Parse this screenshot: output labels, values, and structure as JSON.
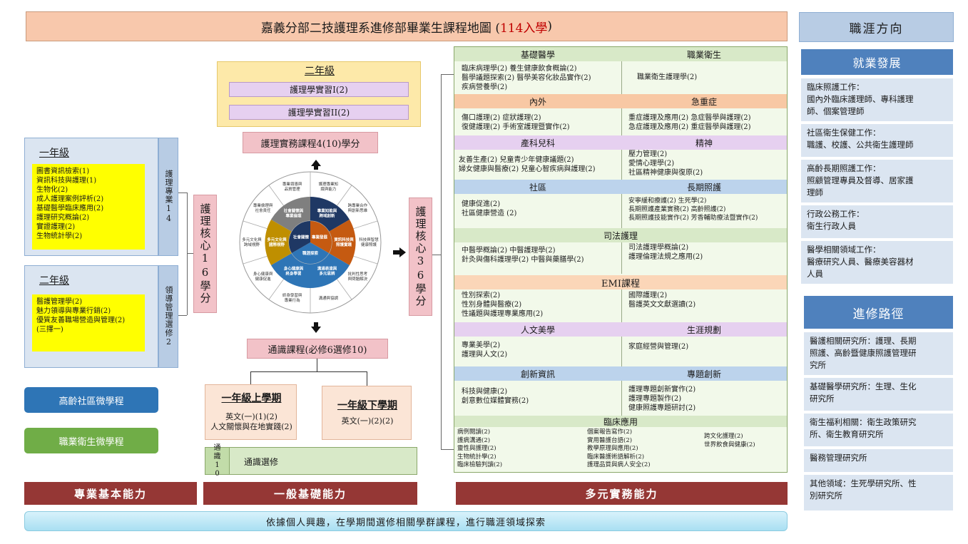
{
  "title": {
    "main": "嘉義分部二技護理系進修部畢業生課程地圖 (",
    "highlight": "114入學",
    "end": ")"
  },
  "left": {
    "year1": {
      "title": "一年級",
      "courses": "圖書資訊檢索(1)\n資訊科技與護理(1)\n生物化(2)\n成人護理案例評析(2)\n基礎醫學臨床應用(2)\n護理研究概論(2)\n實證護理(2)\n生物統計學(2)",
      "side": "護理專業14"
    },
    "year2": {
      "title": "二年級",
      "courses": "醫護管理學(2)\n魅力領導與專業行銷(2)\n優質友善職場營造與管理(2)\n(三擇一)",
      "side": "領導管理選修2"
    },
    "core16": "護理核心16學分",
    "micro1": "高齡社區微學程",
    "micro2": "職業衛生微學程",
    "bottom": "專業基本能力"
  },
  "center": {
    "year2": {
      "title": "二年級",
      "c1": "護理學實習I(2)",
      "c2": "護理學實習II(2)"
    },
    "practice": "護理實務課程4(10)學分",
    "wheel": {
      "outer": [
        "護理專業知識與能力",
        "跨專業合作與創新思維",
        "科技與智慧健康照護",
        "批判性思考與問題解決",
        "溝通與協調",
        "終身學習與專業行為",
        "身心健康與健康促進",
        "多元文化與跨域視野",
        "專業倫理與社會責任",
        "專業領導與品質管理"
      ],
      "inner": [
        "專業知能與跨域創新",
        "資訊科技與照護實踐",
        "溝通表達與多元思辨",
        "身心健康與終身學習",
        "多元文化與國際視野",
        "社會關懷與專業倫理"
      ],
      "center": [
        "專業發展",
        "職涯探索",
        "社會關懷"
      ]
    },
    "general": "通識課程(必修6選修10)",
    "sem1": {
      "title": "一年級上學期",
      "text": "英文(一)(1)(2)\n人文關懷與在地實踐(2)"
    },
    "sem2": {
      "title": "一年級下學期",
      "text": "英文(一)(2)(2)"
    },
    "elective": {
      "side": "通識10",
      "label": "通識選修"
    },
    "bottom": "一般基礎能力"
  },
  "core36": "護理核心36學分",
  "right": {
    "s1": {
      "h1": "基礎醫學",
      "h2": "職業衛生",
      "c1": "臨床病理學(2)        養生健康飲食概論(2)\n醫學議題探索(2)    醫學美容化妝品實作(2)\n疾病營養學(2)",
      "c2": "職業衛生護理學(2)"
    },
    "s2": {
      "h1": "內外",
      "h2": "急重症",
      "c1": "傷口護理(2)      症狀護理(2)\n復健護理(2)      手術室護理暨實作(2)",
      "c2": "重症護理及應用(2)  急症醫學與護理(2)\n急症護理及應用(2)  重症醫學與護理(2)"
    },
    "s3": {
      "h1": "產科兒科",
      "h2": "精神",
      "c1": "友善生產(2)     兒童青少年健康議題(2)\n婦女健康與醫療(2) 兒童心智疾病與護理(2)",
      "c2": "壓力管理(2)\n愛情心理學(2)\n社區精神健康與復原(2)"
    },
    "s4": {
      "h1": "社區",
      "h2": "長期照護",
      "c1": "健康促進(2)\n社區健康營造 (2)",
      "c2": "安寧緩和療護(2)        生死學(2)\n長期照護產業實務(2)  高齡照護(2)\n長期照護技能實作(2)    芳香輔助療法暨實作(2)"
    },
    "s5": {
      "h1": "司法護理",
      "c1": "中醫學概論(2)            中醫護理學(2)\n針灸與傷科護理學(2)  中醫與藥膳學(2)",
      "c2": "司法護理學概論(2)\n護理倫理法規之應用(2)"
    },
    "s6": {
      "h1": "EMI課程",
      "c1": "性別探索(2)\n性別身體與醫療(2)\n性議題與護理專業應用(2)",
      "c2": "國際護理(2)\n醫護英文文獻選讀(2)"
    },
    "s7": {
      "h1": "人文美學",
      "h2": "生涯規劃",
      "c1": "專業美學(2)\n護理與人文(2)",
      "c2": "家庭經營與管理(2)"
    },
    "s8": {
      "h1": "創新資訊",
      "h2": "專題創新",
      "c1": "科技與健康(2)\n創意數位媒體實務(2)",
      "c2": "護理專題創新實作(2)\n護理專題製作(2)\n健康照護專題研討(2)"
    },
    "s9": {
      "h1": "臨床應用",
      "c1": "病例閱讀(2)\n護病溝通(2)\n靈性與護理(2)\n生物統計學(2)\n臨床檢驗判讀(2)",
      "c2": "個案報告寫作(2)\n實用醫護台語(2)\n教學原理與應用(2)\n臨床醫護術語解析(2)\n護理品質與病人安全(2)",
      "c3": "跨文化護理(2)\n世界飲食與健康(2)"
    },
    "bottom": "多元實務能力"
  },
  "career": {
    "header": "職涯方向",
    "job_header": "就業發展",
    "jobs": [
      "臨床照護工作：\n國內外臨床護理師、專科護理\n師、個案管理師",
      "社區衛生保健工作：\n職護、校護、公共衛生護理師",
      "高齡長期照護工作：\n照顧管理專員及督導、居家護\n理師",
      "行政公務工作：\n衛生行政人員",
      "醫學相關領域工作：\n醫療研究人員、醫療美容器材\n人員"
    ],
    "study_header": "進修路徑",
    "study": [
      "醫護相關研究所：護理、長期\n照護、高齡暨健康照護管理研\n究所",
      "基礎醫學研究所：生理、生化\n研究所",
      "衛生福利相關：衛生政策研究\n所、衛生教育研究所",
      "醫務管理研究所",
      "其他領域：生死學研究所、性\n別研究所"
    ]
  },
  "footer": "依據個人興趣，在學期間選修相關學群課程，進行職涯領域探索",
  "colors": {
    "title_bg": "#f8c8ac",
    "highlight": "#c00000",
    "header_green": "#d8e9c8",
    "header_orange": "#f8c8a4",
    "header_purple": "#e6d0f0",
    "header_blue": "#bcd3ec",
    "header_peach": "#fbd6b8",
    "bottom_bar": "#953735",
    "career_blue": "#4f81bd",
    "micro_blue": "#2e75b6",
    "micro_green": "#70ad47"
  }
}
